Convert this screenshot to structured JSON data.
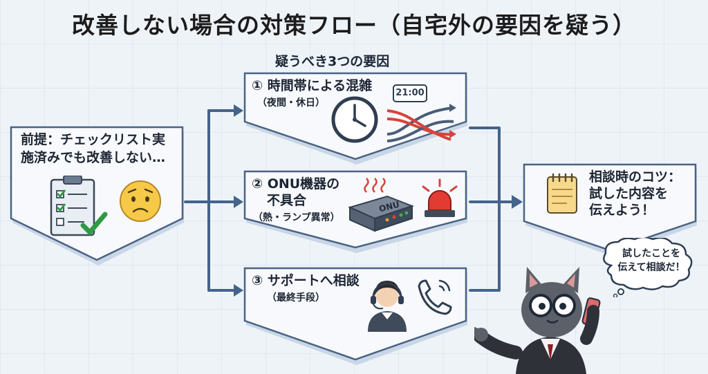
{
  "title": "改善しない場合の対策フロー（自宅外の要因を疑う）",
  "subtitle": "疑うべき3つの要因",
  "premise": {
    "line1": "前提：チェックリスト実",
    "line2": "施済みでも改善しない…"
  },
  "causes": [
    {
      "title": "① 時間帯による混雑",
      "note": "（夜間・休日）",
      "badge": "21:00"
    },
    {
      "title_line1": "② ONU機器の",
      "title_line2": "不具合",
      "note": "（熱・ランプ異常）",
      "device_label": "ONU"
    },
    {
      "title": "③ サポートへ相談",
      "note": "（最終手段）"
    }
  ],
  "tip": {
    "line1": "相談時のコツ：",
    "line2": "試した内容を",
    "line3": "伝えよう！"
  },
  "speech": {
    "line1": "試したことを",
    "line2": "伝えて相談だ！"
  },
  "colors": {
    "box_fill": "#f7f9fc",
    "box_stroke": "#4a6283",
    "box_shadow": "#c9d6e6",
    "arrow": "#44638a"
  }
}
